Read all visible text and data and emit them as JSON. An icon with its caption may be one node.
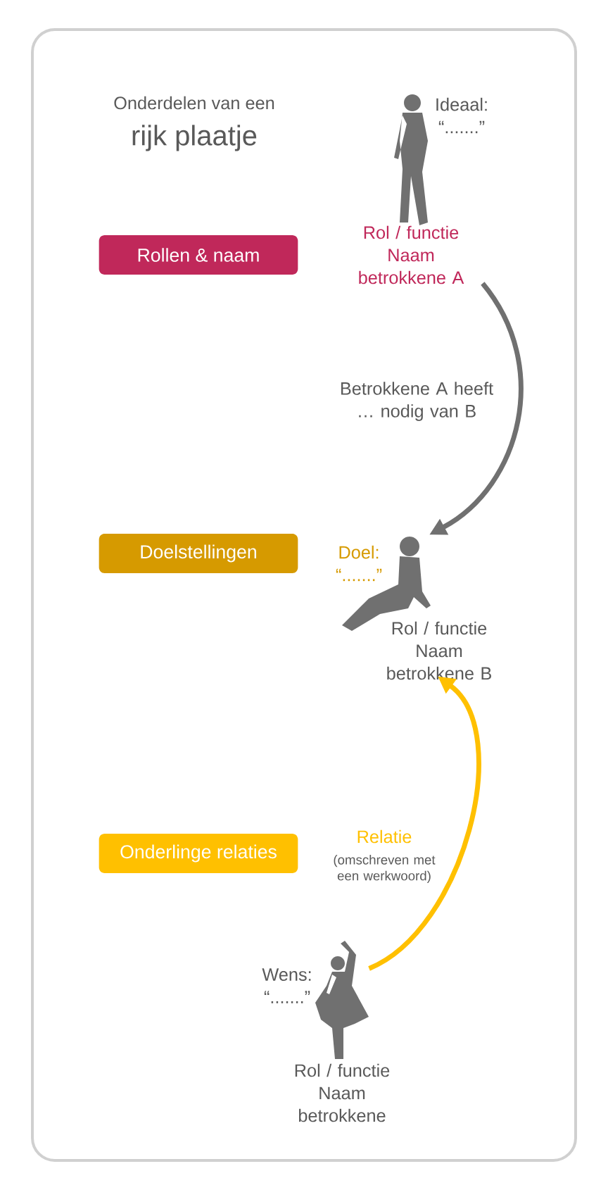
{
  "diagram": {
    "title": "rijk plaatje",
    "nodes": [
      {
        "text": [
          "Rollen & naam"
        ]
      },
      {
        "text": [
          "Doelstellingen"
        ]
      },
      {
        "text": [
          "Onderlinge relaties"
        ]
      },
      {
        "text": [
          "Ideaal: “.......”",
          "Rol / functie Naam betrokkene A"
        ]
      },
      {
        "text": [
          "Doel: “.......”",
          "Rol / functie Naam betrokkene B"
        ]
      },
      {
        "text": [
          "Wens: “.......”",
          "Rol / functie Naam betrokkene"
        ]
      }
    ],
    "edges": [
      {
        "from": 3,
        "to": 4,
        "arrow": "to",
        "label": "Betrokkene A heeft … nodig van B"
      },
      {
        "from": 5,
        "to": 4,
        "arrow": "to",
        "label": "Relatie",
        "color": "#ffc000"
      }
    ],
    "labels": [
      "Onderdelen van een",
      "(omschreven met een werkwoord)"
    ]
  }
}
